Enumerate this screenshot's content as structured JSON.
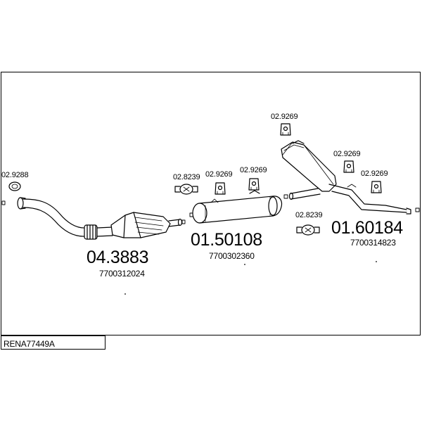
{
  "parts": {
    "front_pipe": {
      "number": "04.3883",
      "oe": "7700312024"
    },
    "middle_silencer": {
      "number": "01.50108",
      "oe": "7700302360"
    },
    "rear_silencer": {
      "number": "01.60184",
      "oe": "7700314823"
    }
  },
  "accessories": {
    "gasket": "02.9288",
    "clamp_mid": "02.8239",
    "clamp_rear": "02.8239",
    "hanger_mid_1": "02.9269",
    "hanger_mid_2": "02.9269",
    "hanger_rear_top": "02.9269",
    "hanger_rear_1": "02.9269",
    "hanger_rear_2": "02.9269"
  },
  "kit_code": "RENA77449A"
}
